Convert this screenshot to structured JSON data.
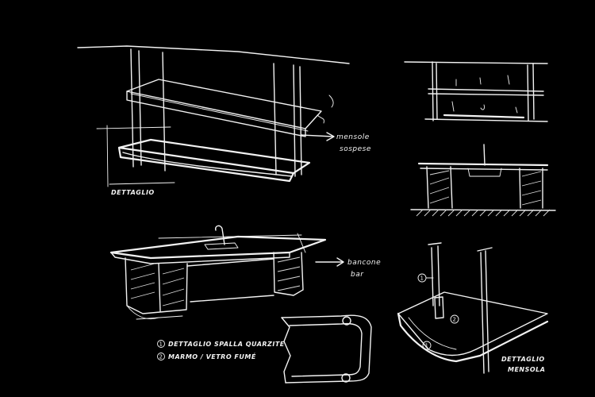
{
  "canvas": {
    "background": "#000000",
    "ink": "#f2f2f2"
  },
  "labels": {
    "shelves_detail": "DETTAGLIO",
    "shelves_note_1": "mensole",
    "shelves_note_2": "sospese",
    "counter_note_1": "bancone",
    "counter_note_2": "bar",
    "legend_1_num": "1",
    "legend_1": "DETTAGLIO SPALLA QUARZITE",
    "legend_2_num": "2",
    "legend_2": "MARMO / VETRO FUMÉ",
    "corner_detail_1": "DETTAGLIO",
    "corner_detail_2": "MENSOLA",
    "callout_1": "1",
    "callout_2": "2"
  }
}
